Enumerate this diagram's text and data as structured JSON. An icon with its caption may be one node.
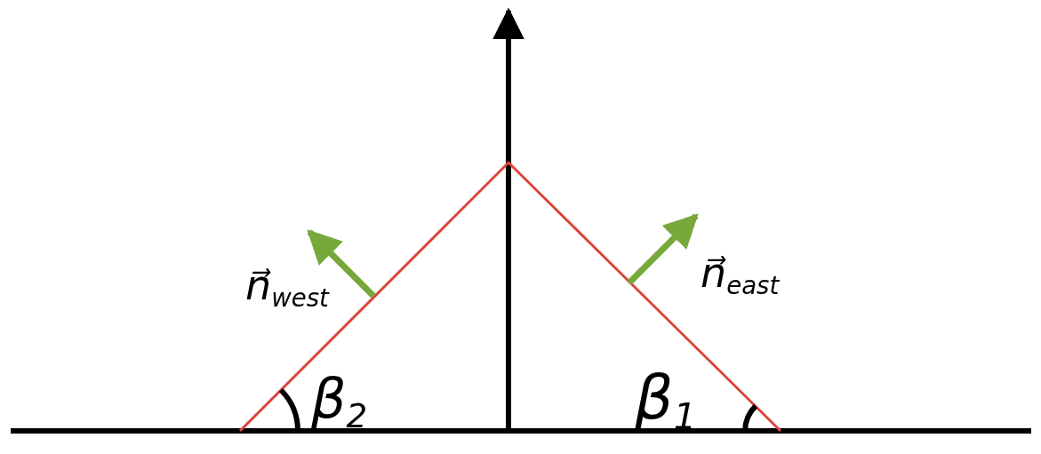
{
  "diagram": {
    "labels": [
      "n⃗$_{west}$",
      "n⃗$_{east}$",
      "β$_{2}$",
      "β$_{1}$"
    ]
  }
}
